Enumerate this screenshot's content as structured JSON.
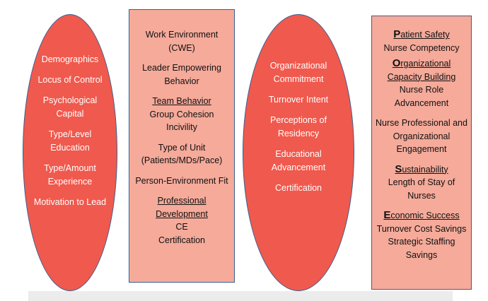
{
  "col1": {
    "items": [
      "Demographics",
      "Locus of Control",
      "Psychological Capital",
      "Type/Level Education",
      "Type/Amount Experience",
      "Motivation to Lead"
    ]
  },
  "col2": {
    "work_env": "Work Environment (CWE)",
    "leader": "Leader Empowering Behavior",
    "team_header": "Team Behavior",
    "team_items": [
      "Group Cohesion",
      "Incivility"
    ],
    "unit_type": "Type of Unit (Patients/MDs/Pace)",
    "person_env": "Person-Environment Fit",
    "prof_header": "Professional Development",
    "prof_items": [
      "CE",
      "Certification"
    ]
  },
  "col3": {
    "items": [
      "Organizational Commitment",
      "Turnover Intent",
      "Perceptions of Residency",
      "Educational Advancement",
      "Certification"
    ]
  },
  "col4": {
    "patient_initial": "P",
    "patient_rest": "atient Safety",
    "patient_items": [
      "Nurse Competency"
    ],
    "org_initial": "O",
    "org_rest": "rganizational Capacity Building",
    "org_items": [
      "Nurse Role Advancement",
      "Nurse Professional and Organizational Engagement"
    ],
    "sust_initial": "S",
    "sust_rest": "ustainability",
    "sust_items": [
      "Length of Stay of Nurses"
    ],
    "econ_initial": "E",
    "econ_rest": "conomic Success",
    "econ_items": [
      "Turnover Cost Savings",
      "Strategic Staffing Savings"
    ]
  },
  "colors": {
    "ellipse": "#f0594d",
    "box": "#f5aa9a",
    "border": "#3b5f8f"
  }
}
